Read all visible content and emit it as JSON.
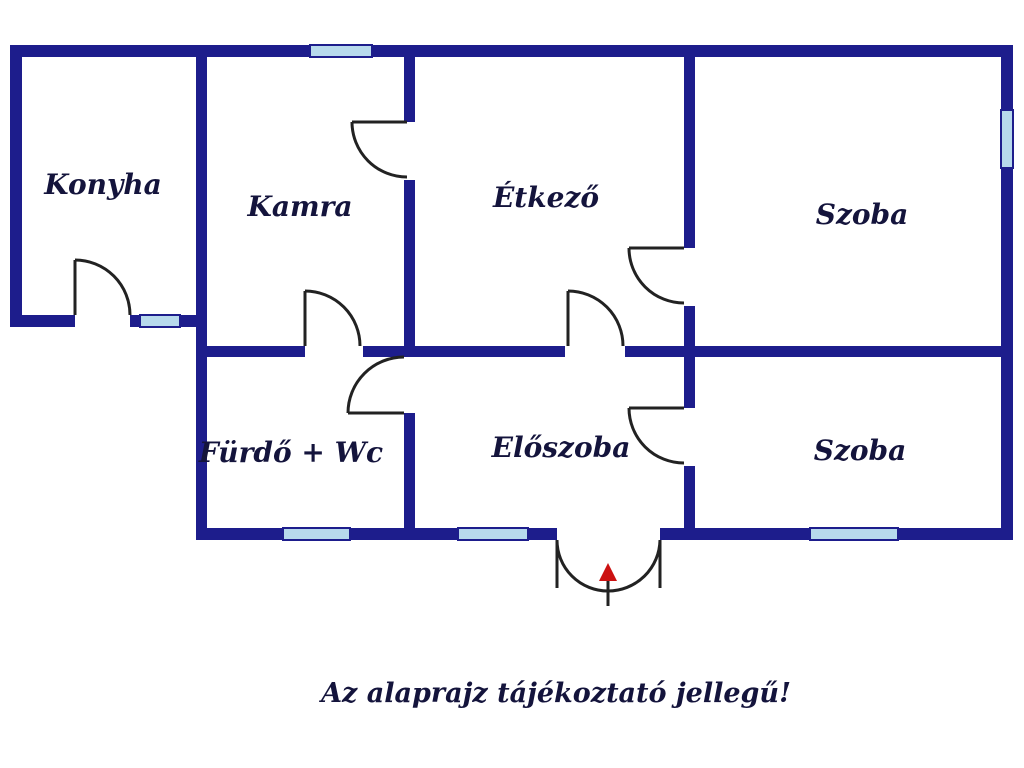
{
  "rooms": {
    "konyha": {
      "label": "Konyha"
    },
    "kamra": {
      "label": "Kamra"
    },
    "etkezo": {
      "label": "Étkező"
    },
    "szoba_top": {
      "label": "Szoba"
    },
    "furdo": {
      "label": "Fürdő + Wc"
    },
    "eloszoba": {
      "label": "Előszoba"
    },
    "szoba_bottom": {
      "label": "Szoba"
    }
  },
  "caption": "Az alaprajz tájékoztató jellegű!",
  "colors": {
    "wall": "#1d1d8c",
    "window": "#b7d9ec",
    "door": "#222222",
    "arrow": "#cc1111",
    "text": "#14143c"
  }
}
